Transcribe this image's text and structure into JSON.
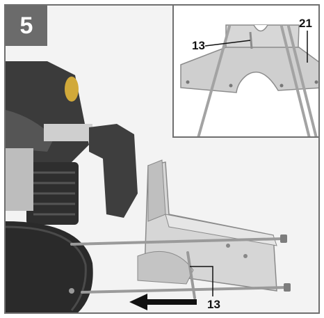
{
  "figure": {
    "step_number": "5",
    "callouts": {
      "inset_rod": "13",
      "inset_fence": "21",
      "main_rod": "13"
    },
    "direction_arrow": "arrow-left-icon",
    "colors": {
      "frame": "#6f6f6f",
      "badge": "#6b6b6b",
      "metal": "#c9c9c9",
      "tool_body": "#3a3a3a",
      "rod": "#9a9a9a"
    }
  }
}
